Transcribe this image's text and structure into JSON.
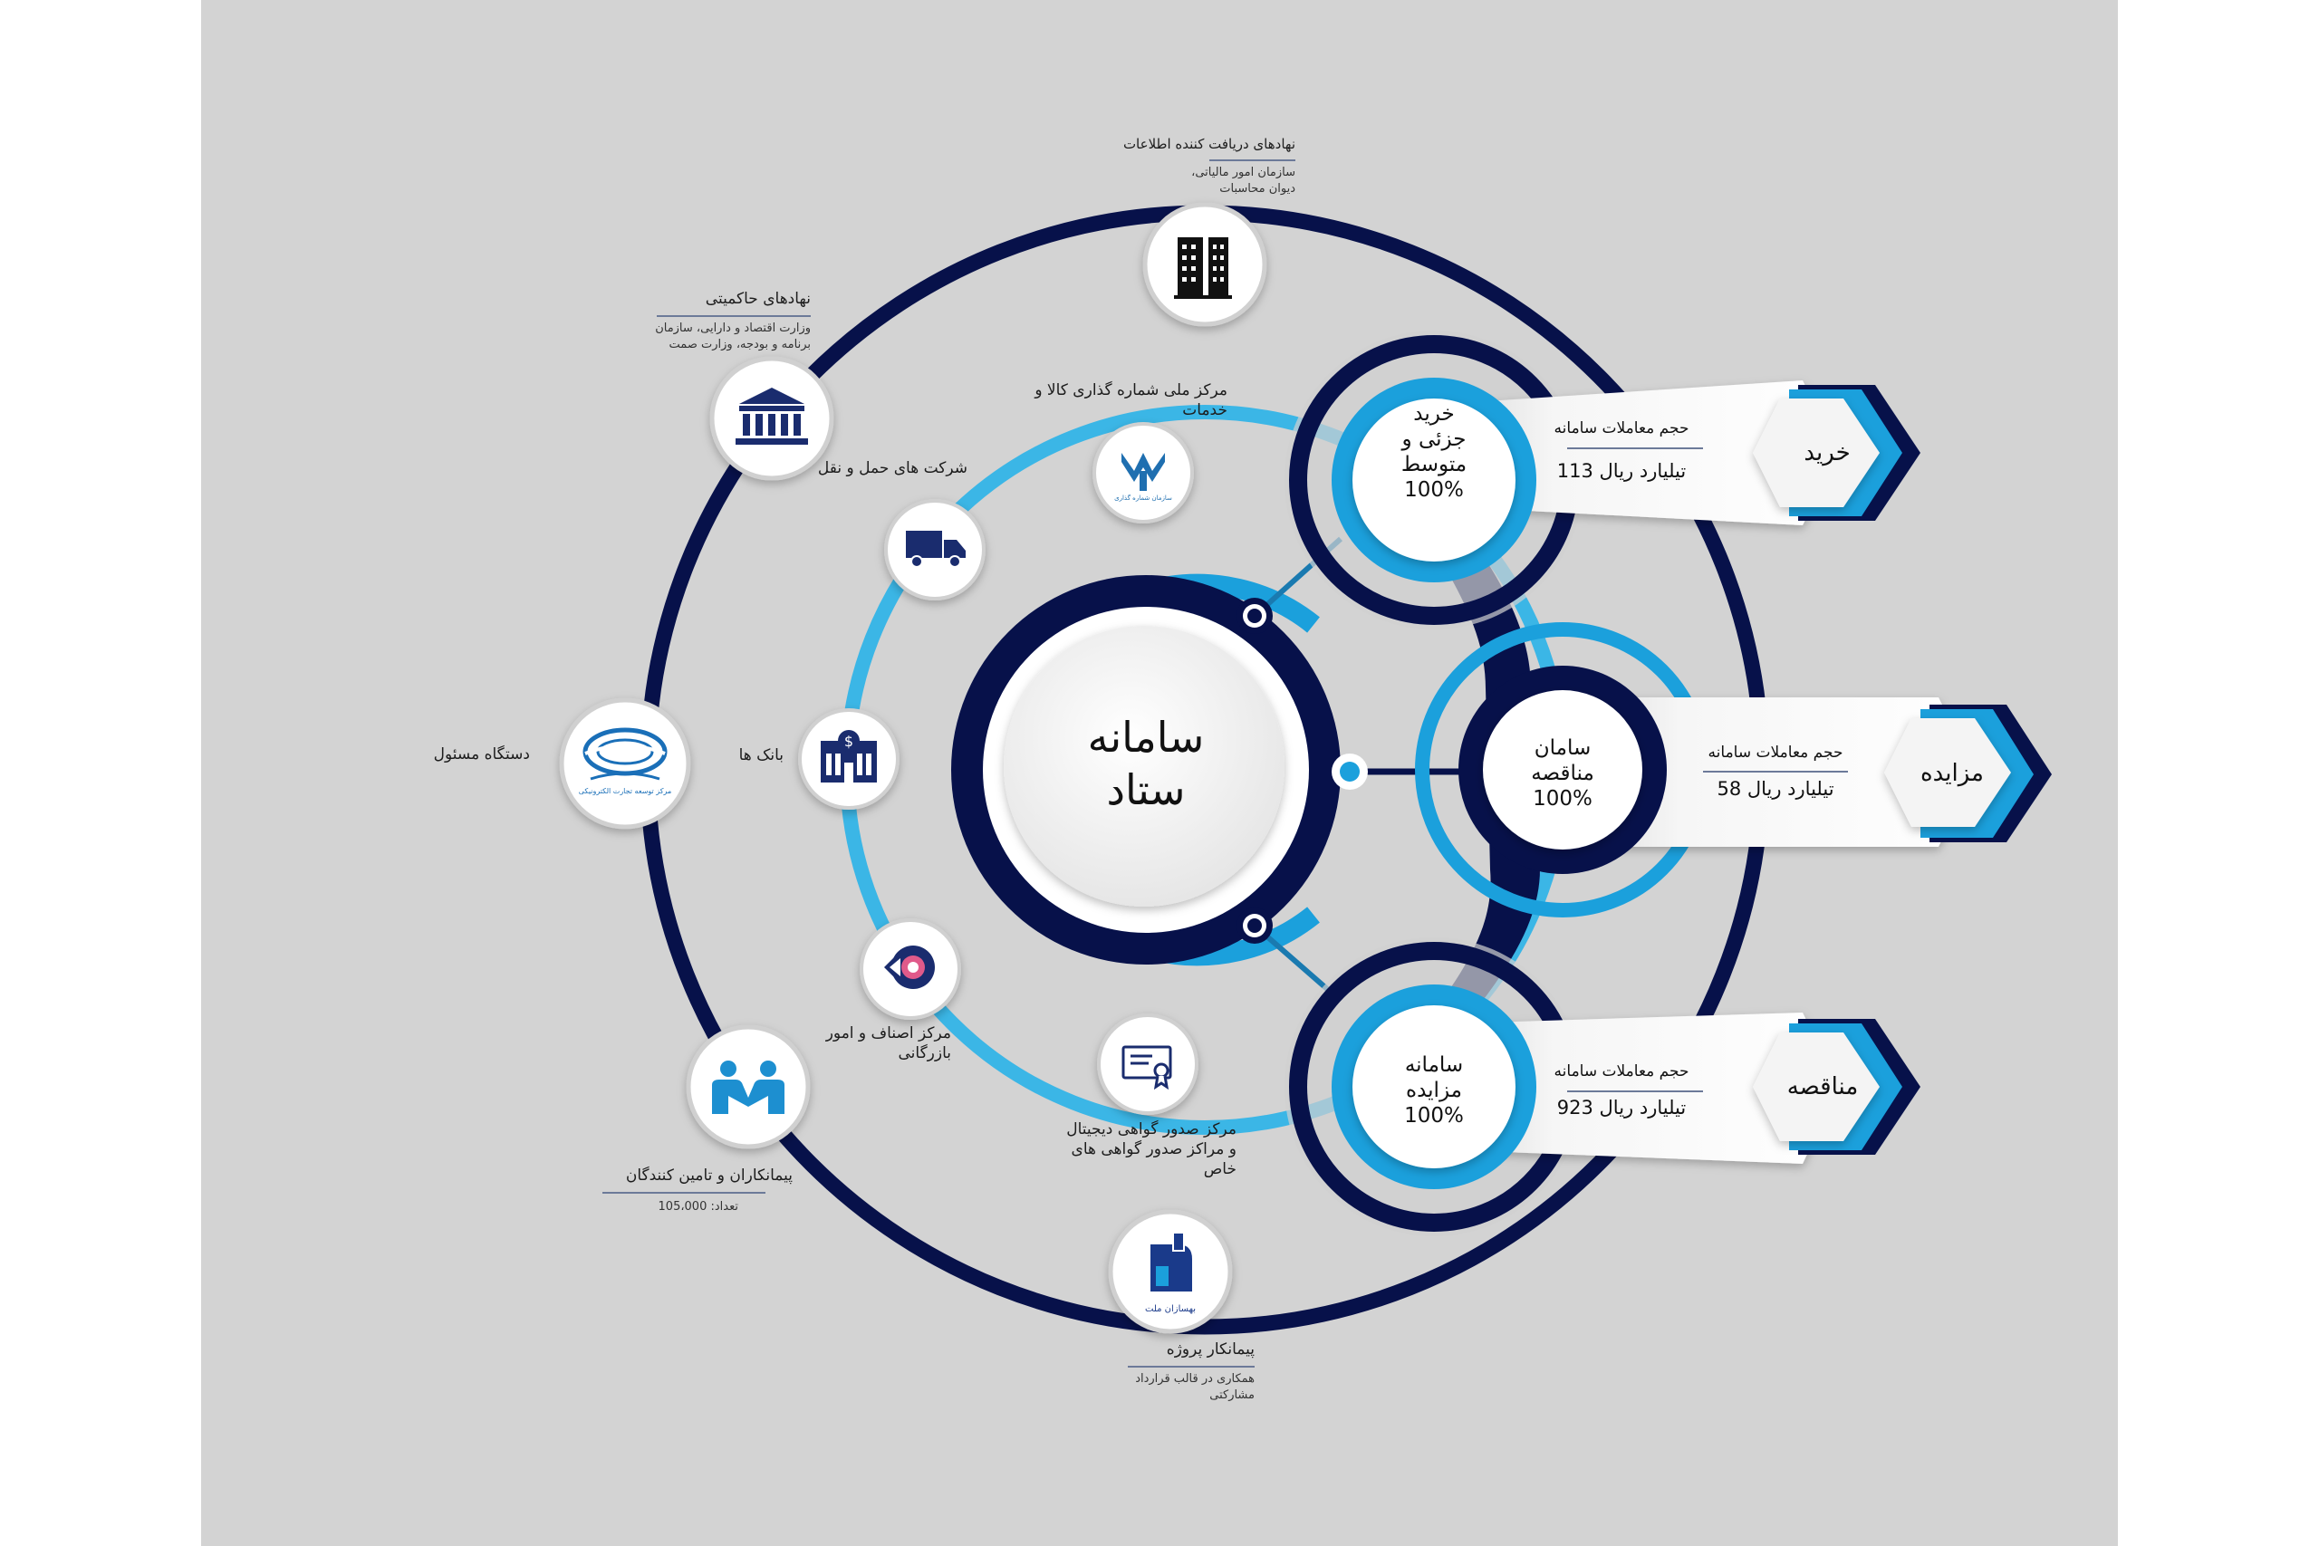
{
  "center": {
    "line1": "سامانه",
    "line2": "ستاد"
  },
  "colors": {
    "navy": "#07114a",
    "blue": "#1ba0dc",
    "light_blue": "#3bb6e6",
    "grey_bg": "#d3d3d3",
    "white": "#ffffff"
  },
  "outer_nodes": [
    {
      "id": "receivers",
      "icon": "office-buildings-icon",
      "title": "نهادهای دریافت کننده اطلاعات",
      "subtitle": "سازمان امور مالیاتی، دیوان محاسبات"
    },
    {
      "id": "governance",
      "icon": "government-bank-icon",
      "title": "نهادهای حاکمیتی",
      "subtitle": "وزارت اقتصاد و دارایی، سازمان برنامه و بودجه، وزارت صمت"
    },
    {
      "id": "responsible",
      "icon": "e-commerce-center-logo-icon",
      "title": "دستگاه مسئول",
      "subtitle": ""
    },
    {
      "id": "contractors",
      "icon": "handshake-people-icon",
      "title": "پیمانکاران و تامین کنندگان",
      "subtitle": "تعداد: 105،000"
    },
    {
      "id": "project",
      "icon": "behsazan-mellat-logo-icon",
      "title": "پیمانکار پروژه",
      "subtitle": "همکاری در قالب قرارداد مشارکتی"
    }
  ],
  "inner_nodes": [
    {
      "id": "goods",
      "icon": "goods-coding-logo-icon",
      "label": "مرکز ملی شماره گذاری کالا و خدمات"
    },
    {
      "id": "transport",
      "icon": "truck-icon",
      "label": "شرکت های حمل و نقل"
    },
    {
      "id": "banks",
      "icon": "bank-building-icon",
      "label": "بانک ها"
    },
    {
      "id": "guilds",
      "icon": "gear-logo-icon",
      "label": "مرکز اصناف و امور بازرگانی"
    },
    {
      "id": "cert",
      "icon": "certificate-icon",
      "label": "مرکز صدور گواهی دیجیتال و مراکز صدور گواهی های خاص"
    }
  ],
  "outer_logo_text": {
    "responsible": "مرکز توسعه تجارت الکترونیکی",
    "project": "بهسازان ملت",
    "goods": "سازمان شماره گذاری"
  },
  "systems": [
    {
      "id": "kharid",
      "circle": [
        "خرید",
        "جزئی و",
        "متوسط",
        "100%"
      ],
      "card_title": "حجم معاملات سامانه",
      "card_value": "113 تیلیارد ریال",
      "tab": "خرید"
    },
    {
      "id": "monaghese",
      "circle": [
        "سامان",
        "مناقصه",
        "100%"
      ],
      "card_title": "حجم معاملات سامانه",
      "card_value": "58 تیلیارد ریال",
      "tab": "مزایده"
    },
    {
      "id": "mozayede",
      "circle": [
        "سامانه",
        "مزایده",
        "100%"
      ],
      "card_title": "حجم معاملات سامانه",
      "card_value": "923 تیلیارد ریال",
      "tab": "مناقصه"
    }
  ]
}
